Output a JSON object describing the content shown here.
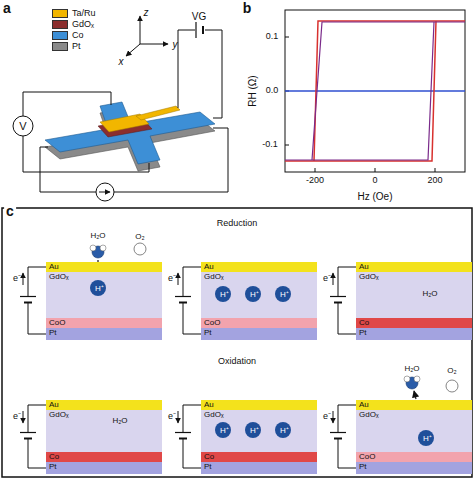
{
  "diagram": {
    "nodes": [
      {
        "text": [
          "Au"
        ]
      },
      {
        "text": [
          "GdOₓ"
        ]
      },
      {
        "text": [
          "H⁺"
        ],
        "in": 1
      },
      {
        "text": [
          "CoO"
        ]
      },
      {
        "text": [
          "Pt"
        ]
      },
      {
        "text": [
          "Au"
        ]
      },
      {
        "text": [
          "GdOₓ"
        ]
      },
      {
        "text": [
          "H⁺"
        ],
        "in": 6
      },
      {
        "text": [
          "H⁺"
        ],
        "in": 6
      },
      {
        "text": [
          "H⁺"
        ],
        "in": 6
      },
      {
        "text": [
          "CoO"
        ]
      },
      {
        "text": [
          "Pt"
        ]
      },
      {
        "text": [
          "Au"
        ]
      },
      {
        "text": [
          "GdOₓ"
        ]
      },
      {
        "text": [
          "Co"
        ]
      },
      {
        "text": [
          "Pt"
        ]
      },
      {
        "text": [
          "Au"
        ]
      },
      {
        "text": [
          "GdOₓ"
        ]
      },
      {
        "text": [
          "Co"
        ]
      },
      {
        "text": [
          "Pt"
        ]
      },
      {
        "text": [
          "Au"
        ]
      },
      {
        "text": [
          "GdOₓ"
        ]
      },
      {
        "text": [
          "H⁺"
        ],
        "in": 21
      },
      {
        "text": [
          "H⁺"
        ],
        "in": 21
      },
      {
        "text": [
          "H⁺"
        ],
        "in": 21
      },
      {
        "text": [
          "Co"
        ]
      },
      {
        "text": [
          "Pt"
        ]
      },
      {
        "text": [
          "Au"
        ]
      },
      {
        "text": [
          "GdOₓ"
        ]
      },
      {
        "text": [
          "H⁺"
        ],
        "in": 28
      },
      {
        "text": [
          "CoO"
        ]
      },
      {
        "text": [
          "Pt"
        ]
      }
    ],
    "edges": [
      {
        "from": 2,
        "to": 3,
        "arrow": "to"
      },
      {
        "from": 29,
        "to": 27,
        "arrow": "to"
      }
    ],
    "labels": [
      "a",
      "z",
      "y",
      "x",
      "VG",
      "V",
      "b",
      "RH (Ω)",
      "0.1",
      "0.0",
      "-0.1",
      "-200",
      "0",
      "200",
      "Hz (Oe)",
      "c",
      "Reduction",
      "Oxidation",
      "e⁻",
      "H₂O",
      "O₂",
      "e⁻",
      "e⁻",
      "H₂O",
      "e⁻",
      "H₂O",
      "e⁻",
      "e⁻",
      "H₂O",
      "O₂"
    ],
    "legend": [
      {
        "text": "Ta/Ru",
        "color": "#f2b600"
      },
      {
        "text": "GdOₓ",
        "color": "#8b2e2e"
      },
      {
        "text": "Co",
        "color": "#3d8fd6"
      },
      {
        "text": "Pt",
        "color": "#8a8a8a"
      }
    ]
  }
}
